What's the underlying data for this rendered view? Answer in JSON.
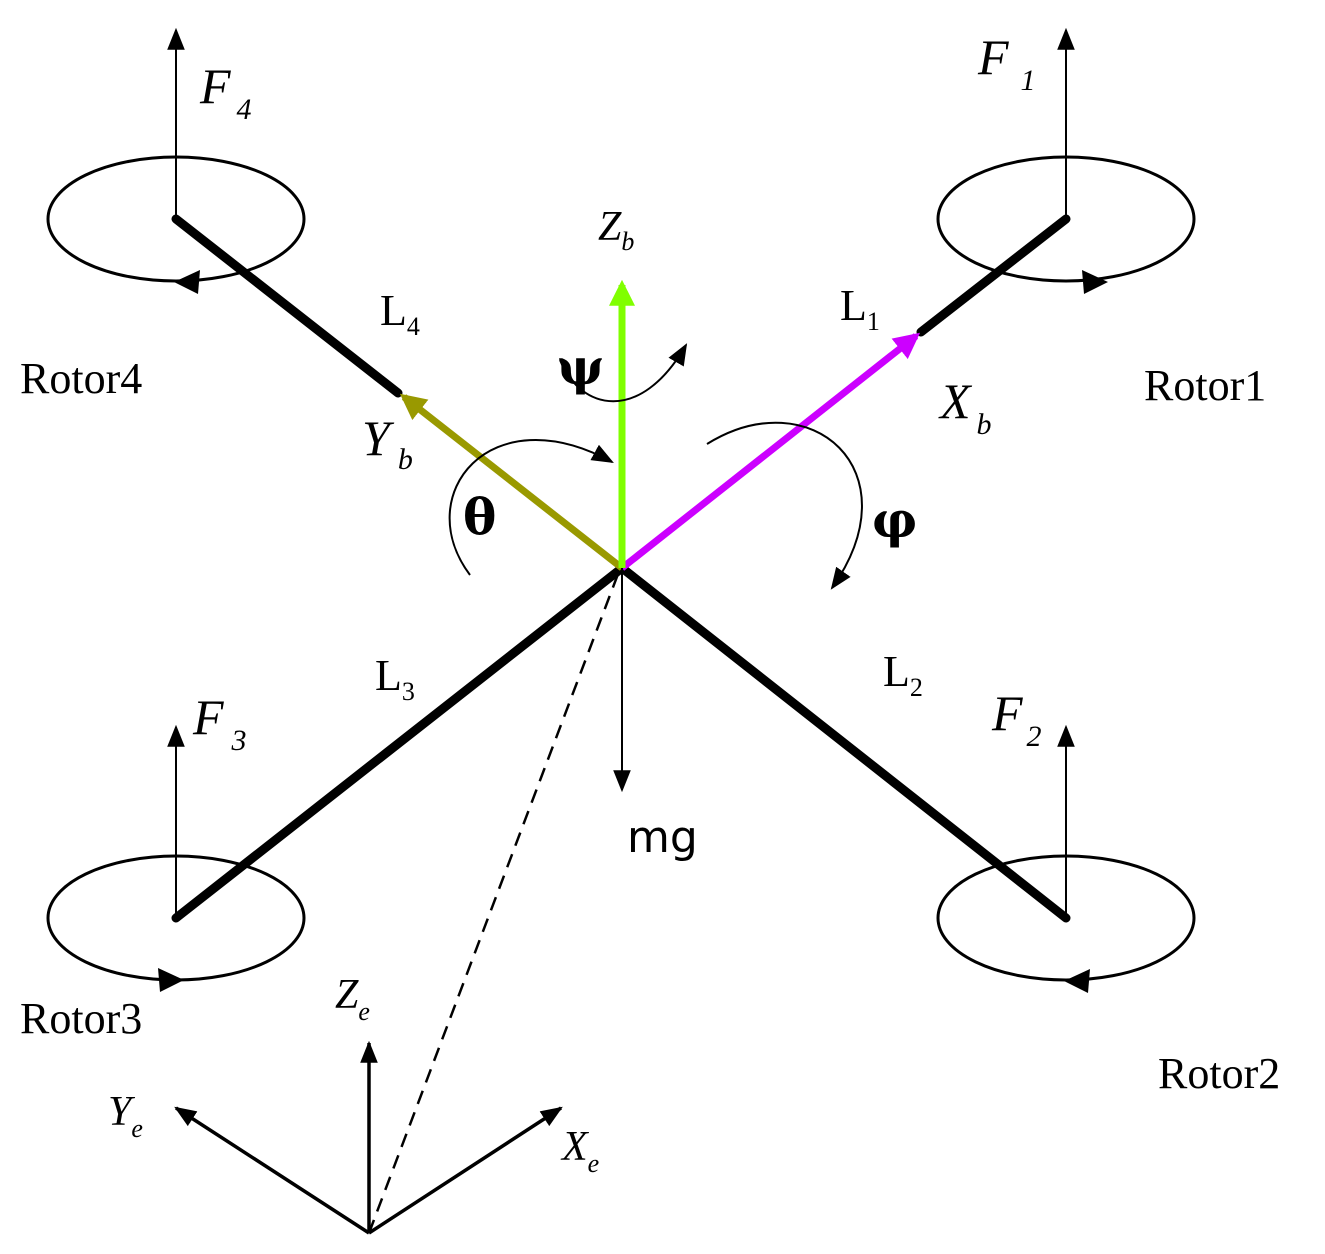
{
  "rotors": [
    {
      "name": "Rotor1",
      "force": {
        "symbol": "F",
        "sub": "1"
      },
      "arm": {
        "symbol": "L",
        "sub": "1"
      }
    },
    {
      "name": "Rotor2",
      "force": {
        "symbol": "F",
        "sub": "2"
      },
      "arm": {
        "symbol": "L",
        "sub": "2"
      }
    },
    {
      "name": "Rotor3",
      "force": {
        "symbol": "F",
        "sub": "3"
      },
      "arm": {
        "symbol": "L",
        "sub": "3"
      }
    },
    {
      "name": "Rotor4",
      "force": {
        "symbol": "F",
        "sub": "4"
      },
      "arm": {
        "symbol": "L",
        "sub": "4"
      }
    }
  ],
  "body_axes": {
    "x": {
      "symbol": "X",
      "sub": "b"
    },
    "y": {
      "symbol": "Y",
      "sub": "b"
    },
    "z": {
      "symbol": "Z",
      "sub": "b"
    }
  },
  "earth_axes": {
    "x": {
      "symbol": "X",
      "sub": "e"
    },
    "y": {
      "symbol": "Y",
      "sub": "e"
    },
    "z": {
      "symbol": "Z",
      "sub": "e"
    }
  },
  "angles": {
    "yaw": "ψ",
    "pitch": "θ",
    "roll": "φ"
  },
  "gravity_label": "mg",
  "colors": {
    "x_axis": "#cc00ff",
    "y_axis": "#999900",
    "z_axis": "#80ff00",
    "frame": "#000000"
  }
}
